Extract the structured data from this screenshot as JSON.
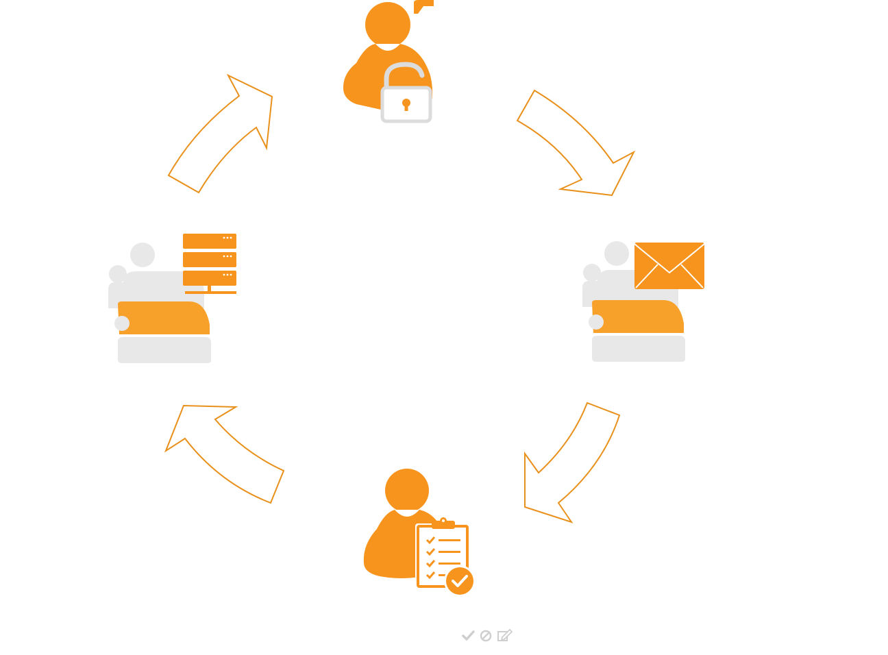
{
  "colors": {
    "accent": "#f7941d",
    "accent_light": "#f8a12a",
    "arrow_stroke": "#e8901a",
    "neutral": "#e8e8e8",
    "neutral_dark": "#dcdcdc",
    "toolbar_icon": "#cfcfcf"
  },
  "diagram": {
    "nodes": [
      {
        "name": "user-unlock",
        "icons": [
          "user-icon",
          "unlock-icon",
          "speech-bubble-icon"
        ]
      },
      {
        "name": "group-mail",
        "icons": [
          "group-icon",
          "envelope-icon"
        ]
      },
      {
        "name": "user-checklist",
        "icons": [
          "user-icon",
          "clipboard-checklist-icon",
          "check-circle-icon"
        ]
      },
      {
        "name": "group-server",
        "icons": [
          "group-icon",
          "server-stack-icon"
        ]
      }
    ],
    "arrows": [
      {
        "from": "user-unlock",
        "to": "group-mail"
      },
      {
        "from": "group-mail",
        "to": "user-checklist"
      },
      {
        "from": "user-checklist",
        "to": "group-server"
      },
      {
        "from": "group-server",
        "to": "user-unlock"
      }
    ]
  },
  "toolbar": {
    "icons": [
      "checkmark-icon",
      "ban-icon",
      "edit-icon"
    ]
  }
}
